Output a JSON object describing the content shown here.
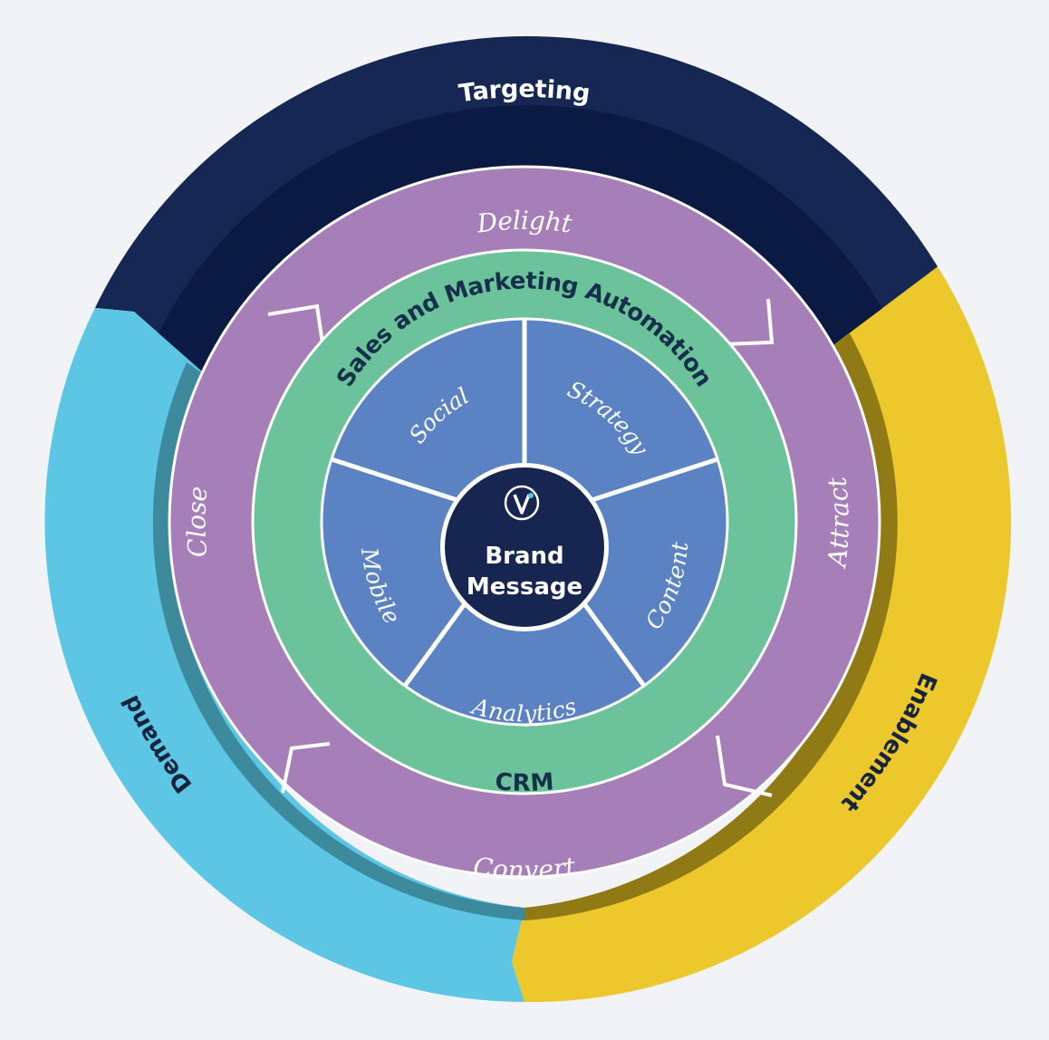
{
  "outer_ring": {
    "top": "Targeting",
    "right": "Enablement",
    "left": "Demand"
  },
  "process_ring": {
    "top": "Delight",
    "right": "Attract",
    "bottom": "Convert",
    "left": "Close"
  },
  "platform_ring": {
    "top": "Sales and Marketing Automation",
    "bottom": "CRM"
  },
  "segments": {
    "strategy": "Strategy",
    "content": "Content",
    "analytics": "Analytics",
    "mobile": "Mobile",
    "social": "Social"
  },
  "center": {
    "line1": "Brand",
    "line2": "Message",
    "logo_icon": "v-logo-icon"
  },
  "colors": {
    "background": "#f1f3f6",
    "targeting": "#162754",
    "enablement": "#ecc82c",
    "demand": "#5ec6e5",
    "process_ring": "#a77fb8",
    "platform_ring": "#6cc39b",
    "segments": "#5b83c3",
    "center": "#162650"
  }
}
